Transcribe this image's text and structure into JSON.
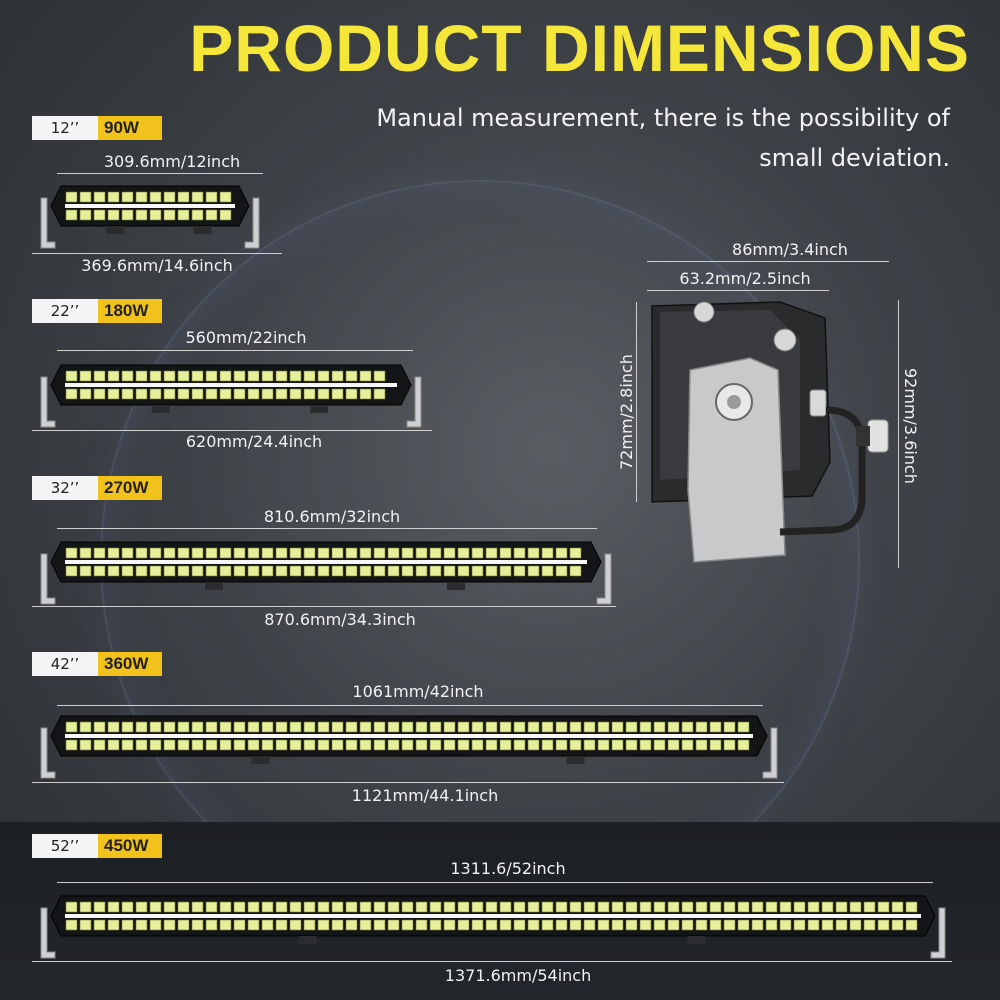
{
  "header": {
    "title": "PRODUCT DIMENSIONS",
    "subtitle": "Manual measurement, there is the possibility of small deviation."
  },
  "products": [
    {
      "size": "12’’",
      "wattage": "90W",
      "inner_dim": "309.6mm/12inch",
      "outer_dim": "369.6mm/14.6inch"
    },
    {
      "size": "22’’",
      "wattage": "180W",
      "inner_dim": "560mm/22inch",
      "outer_dim": "620mm/24.4inch"
    },
    {
      "size": "32’’",
      "wattage": "270W",
      "inner_dim": "810.6mm/32inch",
      "outer_dim": "870.6mm/34.3inch"
    },
    {
      "size": "42’’",
      "wattage": "360W",
      "inner_dim": "1061mm/42inch",
      "outer_dim": "1121mm/44.1inch"
    },
    {
      "size": "52’’",
      "wattage": "450W",
      "inner_dim": "1311.6/52inch",
      "outer_dim": "1371.6mm/54inch"
    }
  ],
  "side_view": {
    "depth_outer": "86mm/3.4inch",
    "depth_inner": "63.2mm/2.5inch",
    "height_body": "72mm/2.8inch",
    "height_total": "92mm/3.6inch"
  },
  "colors": {
    "title": "#f5e63a",
    "watt_badge": "#f1c21b",
    "led": "#e8ef9a",
    "background": "#3f4348"
  }
}
